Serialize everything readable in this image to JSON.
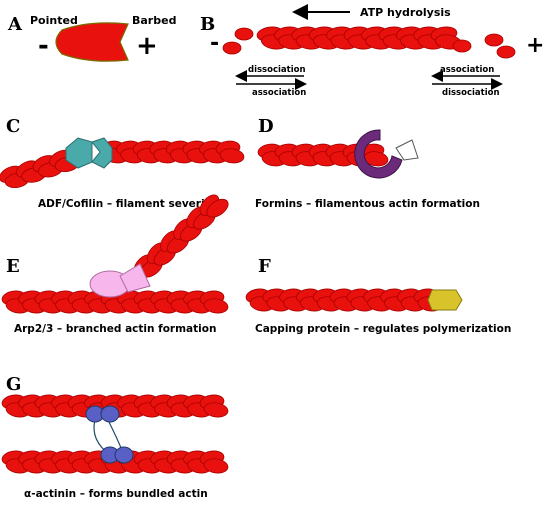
{
  "panels": {
    "A": {
      "letter": "A",
      "pointed": "Pointed",
      "barbed": "Barbed",
      "minus": "-",
      "plus": "+"
    },
    "B": {
      "letter": "B",
      "atp": "ATP hydrolysis",
      "minus": "-",
      "plus": "+",
      "left_top": "dissociation",
      "left_bottom": "association",
      "right_top": "association",
      "right_bottom": "dissociation"
    },
    "C": {
      "letter": "C",
      "caption": "ADF/Cofilin – filament severing"
    },
    "D": {
      "letter": "D",
      "caption": "Formins – filamentous actin formation"
    },
    "E": {
      "letter": "E",
      "caption": "Arp2/3 – branched actin formation"
    },
    "F": {
      "letter": "F",
      "caption": "Capping protein – regulates polymerization"
    },
    "G": {
      "letter": "G",
      "caption": "α-actinin – forms bundled actin"
    }
  },
  "colors": {
    "actin": "#e8110e",
    "actin_dark": "#a80000",
    "cofilin": "#4aa9a9",
    "formin": "#6b2a7a",
    "arp": "#f7b6ec",
    "capping": "#d8c42a",
    "actinin": "#5a5fc6"
  }
}
